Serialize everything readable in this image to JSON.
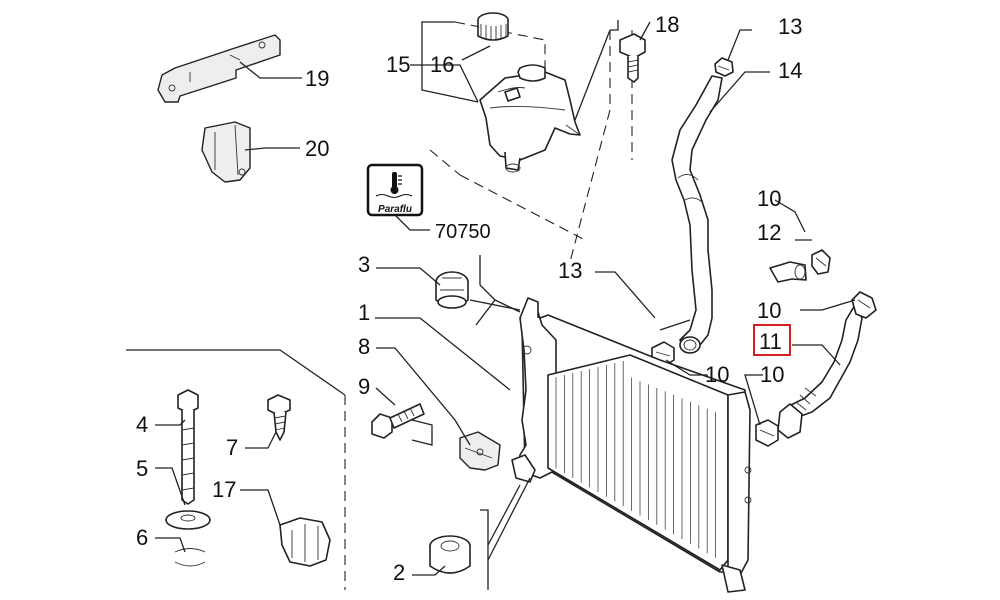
{
  "diagram": {
    "highlight_color": "#d62020",
    "ink_color": "#222222",
    "coolant_badge": {
      "brand_text": "Paraflu",
      "icon": "thermometer-icon",
      "code": "70750"
    },
    "callouts": {
      "c1": "1",
      "c2": "2",
      "c3": "3",
      "c4": "4",
      "c5": "5",
      "c6": "6",
      "c7": "7",
      "c8": "8",
      "c9": "9",
      "c10a": "10",
      "c10b": "10",
      "c10c": "10",
      "c10d": "10",
      "c11": "11",
      "c12": "12",
      "c13a": "13",
      "c13b": "13",
      "c14": "14",
      "c15": "15",
      "c16": "16",
      "c17": "17",
      "c18": "18",
      "c19": "19",
      "c20": "20"
    }
  }
}
